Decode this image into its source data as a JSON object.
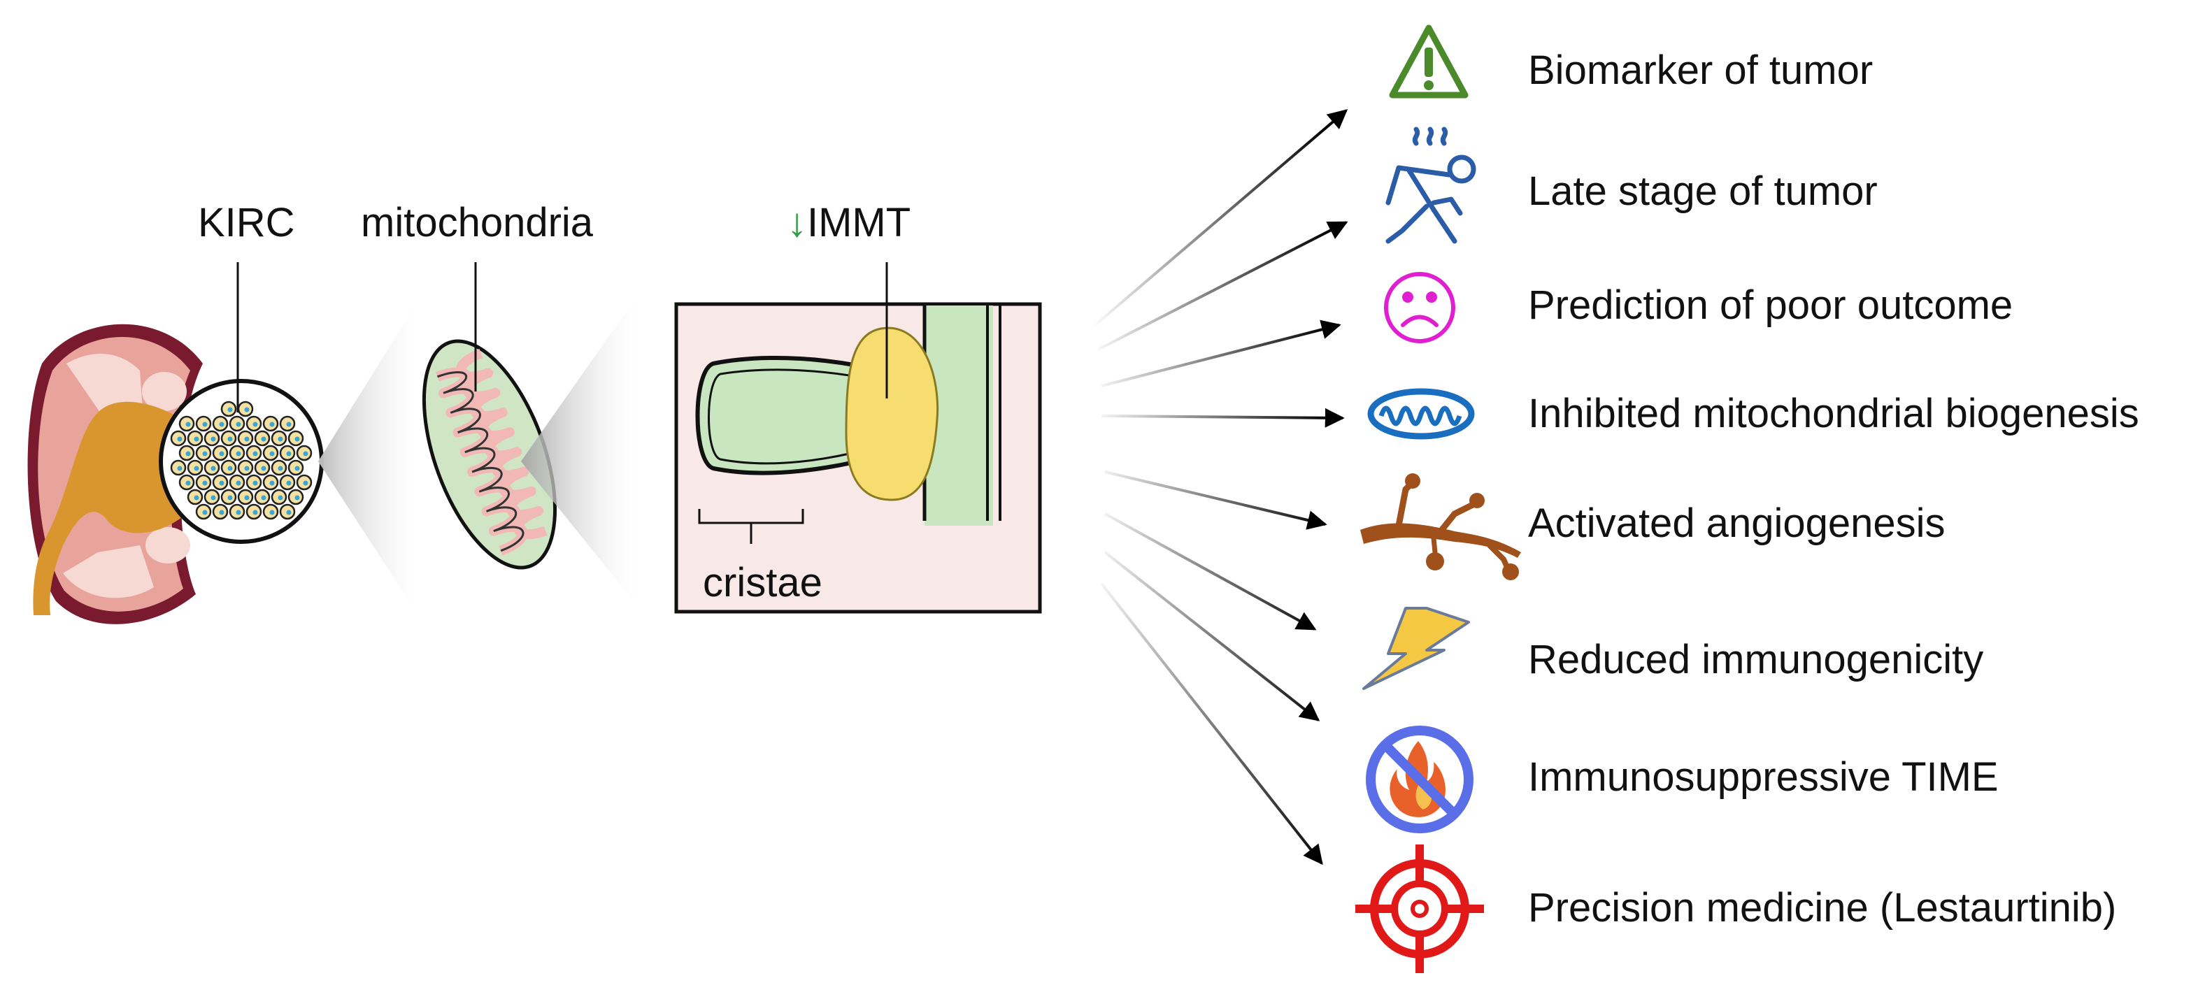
{
  "labels": {
    "kirc": "KIRC",
    "mitochondria": "mitochondria",
    "immt_arrow": "↓",
    "immt": "IMMT",
    "cristae": "cristae"
  },
  "outcomes": [
    {
      "icon": "warning-triangle-icon",
      "text": "Biomarker of tumor"
    },
    {
      "icon": "exhausted-person-icon",
      "text": "Late stage of tumor"
    },
    {
      "icon": "sad-face-icon",
      "text": "Prediction of poor outcome"
    },
    {
      "icon": "mitochondrion-icon",
      "text": "Inhibited mitochondrial biogenesis"
    },
    {
      "icon": "branching-vessel-icon",
      "text": "Activated angiogenesis"
    },
    {
      "icon": "lightning-icon",
      "text": "Reduced immunogenicity"
    },
    {
      "icon": "no-fire-icon",
      "text": "Immunosuppressive TIME"
    },
    {
      "icon": "target-icon",
      "text": "Precision medicine (Lestaurtinib)"
    }
  ],
  "colors": {
    "kidney_outer": "#7a1a2e",
    "kidney_cortex": "#e8a39a",
    "kidney_pelvis": "#d9962e",
    "mito_fill": "#cfe5c4",
    "crista_fill": "#f2b8b5",
    "cell_pink_bg": "#f9e8e8",
    "immt_yellow": "#f7dc6f",
    "membrane_green": "#c8e6c0",
    "warning_green": "#4a8a2a",
    "person_blue": "#2a5ca8",
    "sad_magenta": "#e020d0",
    "mito_blue": "#1a6ec0",
    "branch_brown": "#a0501a",
    "lightning_yellow": "#f4c842",
    "no_sign_blue": "#5a6ee8",
    "fire_orange": "#e8602a",
    "target_red": "#e01818",
    "arrow_green": "#2ea043"
  }
}
